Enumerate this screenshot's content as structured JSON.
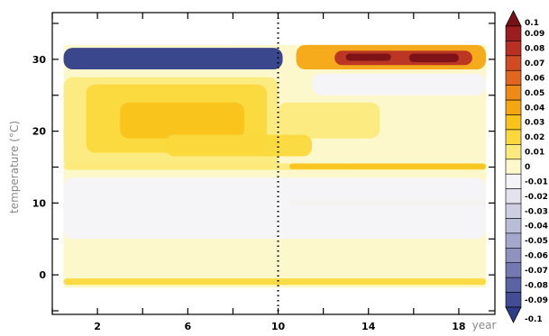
{
  "chart_data": {
    "type": "heatmap",
    "title": "",
    "xlabel": "year",
    "ylabel": "temperature (°C)",
    "xlim": [
      0,
      19.6
    ],
    "ylim": [
      -5.5,
      36.5
    ],
    "x_ticks": [
      2,
      6,
      10,
      14,
      18
    ],
    "x_minor_ticks": [
      0,
      4,
      8,
      12,
      16
    ],
    "y_ticks": [
      0,
      10,
      20,
      30
    ],
    "y_minor_ticks": [
      -5,
      5,
      15,
      25,
      35
    ],
    "reference_line": {
      "x": 10,
      "style": "dotted"
    },
    "data_extent": {
      "x": [
        0.5,
        19.2
      ],
      "y": [
        -1.8,
        32
      ]
    },
    "colorbar": {
      "levels": [
        0.1,
        0.09,
        0.08,
        0.07,
        0.06,
        0.05,
        0.04,
        0.03,
        0.02,
        0.01,
        0,
        -0.01,
        -0.02,
        -0.03,
        -0.04,
        -0.05,
        -0.06,
        -0.07,
        -0.08,
        -0.09,
        -0.1
      ],
      "labels": [
        "0.1",
        "0.09",
        "0.08",
        "0.07",
        "0.06",
        "0.05",
        "0.04",
        "0.03",
        "0.02",
        "0.01",
        "0",
        "-0.01",
        "-0.02",
        "-0.03",
        "-0.04",
        "-0.05",
        "-0.06",
        "-0.07",
        "-0.08",
        "-0.09",
        "-0.1"
      ],
      "colors": [
        "#7a1017",
        "#9c1d1f",
        "#b83024",
        "#d04a22",
        "#e3661e",
        "#ef8a17",
        "#f5a712",
        "#f9c41a",
        "#fbd93c",
        "#fcea7c",
        "#fdf7cc",
        "#f4f3f8",
        "#e3e2ee",
        "#cfcfe3",
        "#babcd8",
        "#a4a8cc",
        "#8d92bf",
        "#737ab1",
        "#5a63a3",
        "#424d95",
        "#2f3d88"
      ]
    },
    "regions": [
      {
        "x": [
          0.5,
          10.2
        ],
        "y": [
          28.6,
          31.6
        ],
        "value": -0.1
      },
      {
        "x": [
          10.8,
          19.2
        ],
        "y": [
          28.6,
          32.0
        ],
        "value": 0.04
      },
      {
        "x": [
          12.5,
          18.6
        ],
        "y": [
          29.2,
          31.2
        ],
        "value": 0.08
      },
      {
        "x": [
          13.0,
          15.0
        ],
        "y": [
          29.8,
          30.8
        ],
        "value": 0.1
      },
      {
        "x": [
          15.8,
          18.0
        ],
        "y": [
          29.6,
          30.8
        ],
        "value": 0.1
      },
      {
        "x": [
          0.5,
          10.0
        ],
        "y": [
          14.8,
          27.5
        ],
        "value": 0.01
      },
      {
        "x": [
          1.5,
          9.5
        ],
        "y": [
          17.0,
          26.5
        ],
        "value": 0.02
      },
      {
        "x": [
          3.0,
          8.5
        ],
        "y": [
          19.0,
          24.0
        ],
        "value": 0.03
      },
      {
        "x": [
          10.0,
          14.5
        ],
        "y": [
          19.0,
          24.0
        ],
        "value": 0.01
      },
      {
        "x": [
          5.0,
          11.5
        ],
        "y": [
          16.5,
          19.5
        ],
        "value": 0.02
      },
      {
        "x": [
          0.5,
          19.2
        ],
        "y": [
          14.6,
          15.5
        ],
        "value": 0.01
      },
      {
        "x": [
          10.5,
          19.2
        ],
        "y": [
          14.7,
          15.5
        ],
        "value": 0.03
      },
      {
        "x": [
          10.5,
          19.2
        ],
        "y": [
          9.6,
          10.4
        ],
        "value": 0.01
      },
      {
        "x": [
          11.5,
          19.2
        ],
        "y": [
          25.0,
          28.0
        ],
        "value": -0.01
      },
      {
        "x": [
          0.5,
          19.2
        ],
        "y": [
          5.0,
          13.5
        ],
        "value": -0.01
      },
      {
        "x": [
          0.5,
          19.2
        ],
        "y": [
          -1.4,
          -0.5
        ],
        "value": 0.02
      }
    ]
  }
}
